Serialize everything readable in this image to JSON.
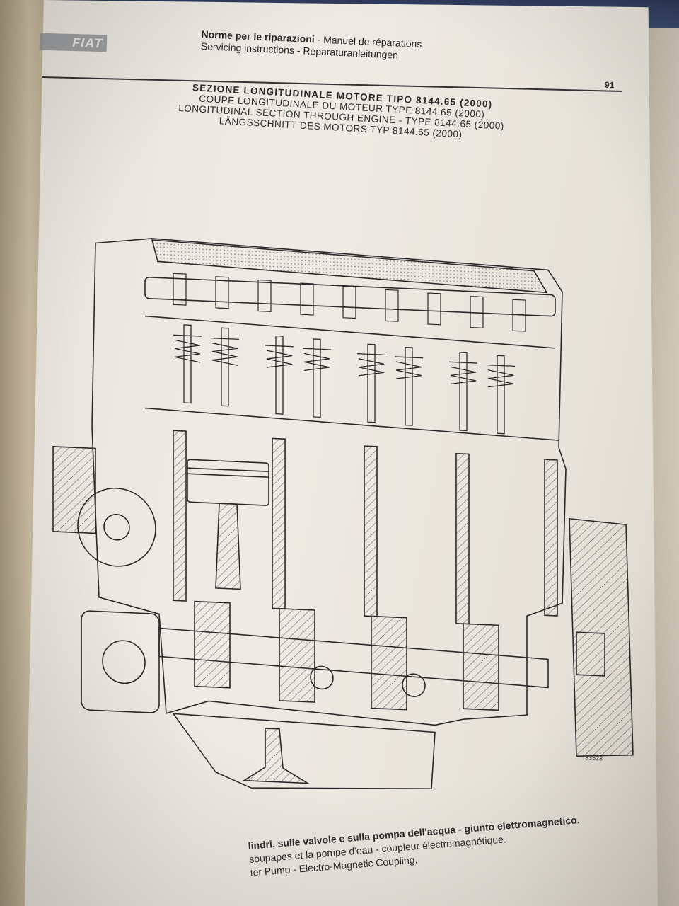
{
  "header": {
    "logo_text": "FIAT",
    "line1_bold": "Norme per le riparazioni",
    "line1_rest": " - Manuel de réparations",
    "line2": "Servicing instructions - Reparaturanleitungen",
    "page_number": "91"
  },
  "title": {
    "it": "SEZIONE LONGITUDINALE MOTORE TIPO 8144.65 (2000)",
    "fr": "COUPE LONGITUDINALE DU MOTEUR TYPE 8144.65 (2000)",
    "en": "LONGITUDINAL SECTION THROUGH ENGINE - TYPE 8144.65 (2000)",
    "de": "LÄNGSSCHNITT DES MOTORS TYP 8144.65 (2000)"
  },
  "drawing": {
    "reference_code": "33523"
  },
  "caption": {
    "line1": "lindri, sulle valvole e sulla pompa dell'acqua - giunto elettromagnetico.",
    "line2": "soupapes et la pompe d'eau - coupleur électromagnétique.",
    "line3": "ter Pump - Electro-Magnetic Coupling."
  },
  "colors": {
    "paper": "#eeebe4",
    "ink": "#262626"
  }
}
